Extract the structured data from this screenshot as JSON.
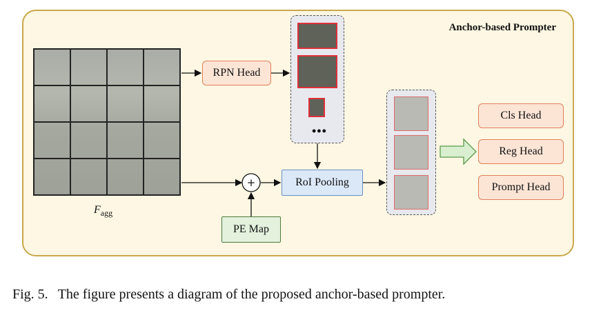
{
  "title": "Anchor-based Prompter",
  "feature_label": {
    "main": "F",
    "sub": "agg"
  },
  "modules": {
    "rpn_head": "RPN Head",
    "roi_pooling": "RoI Pooling",
    "pe_map": "PE Map",
    "cls_head": "Cls Head",
    "reg_head": "Reg Head",
    "prompt_head": "Prompt Head"
  },
  "ellipsis": "•••",
  "plus_symbol": "+",
  "caption": {
    "label": "Fig. 5.",
    "text": "The figure presents a diagram of the proposed anchor-based prompter."
  },
  "colors": {
    "panel_bg": "#fdf7e3",
    "panel_border": "#c9a74a",
    "head_fill": "#fde5d6",
    "head_border": "#e0805a",
    "roi_fill": "#dbe8f7",
    "pe_fill": "#e3f1dd",
    "proposal_border": "#e0303a"
  }
}
